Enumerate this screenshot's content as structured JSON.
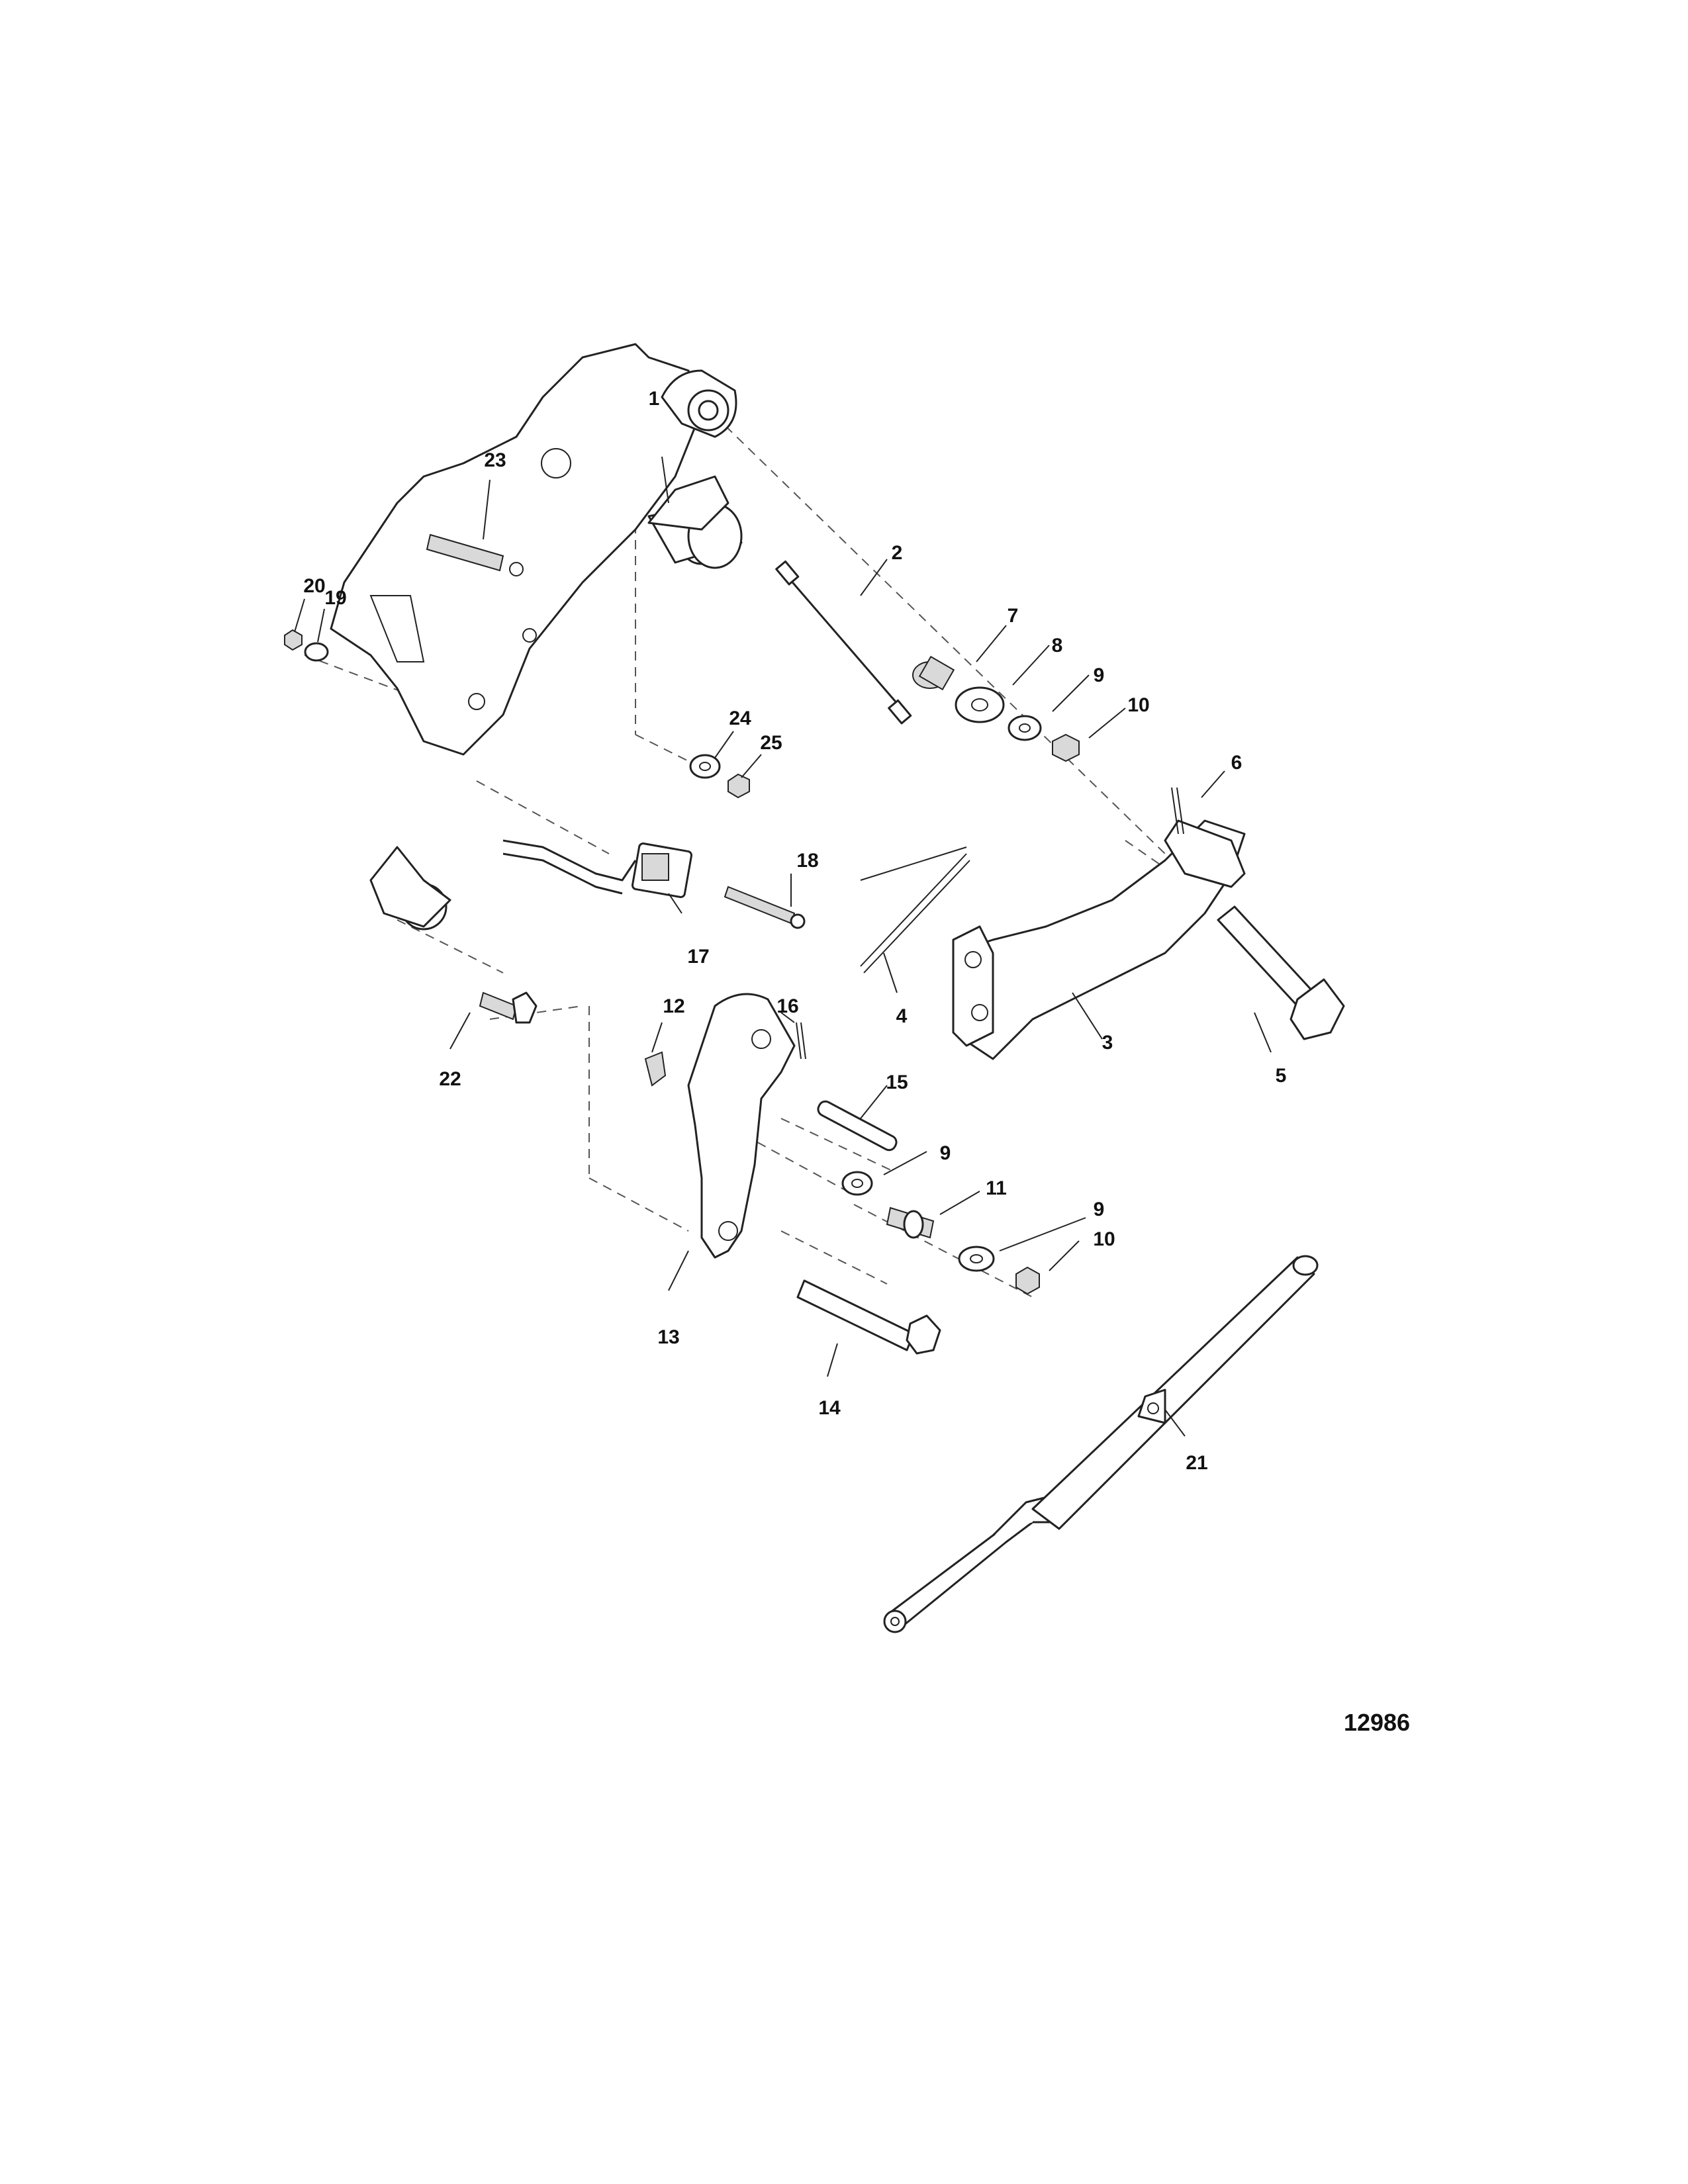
{
  "figure_number": "12986",
  "callouts": [
    {
      "id": "c1",
      "text": "1"
    },
    {
      "id": "c2",
      "text": "2"
    },
    {
      "id": "c3",
      "text": "3"
    },
    {
      "id": "c4",
      "text": "4"
    },
    {
      "id": "c5",
      "text": "5"
    },
    {
      "id": "c6",
      "text": "6"
    },
    {
      "id": "c7",
      "text": "7"
    },
    {
      "id": "c8",
      "text": "8"
    },
    {
      "id": "c9a",
      "text": "9"
    },
    {
      "id": "c10a",
      "text": "10"
    },
    {
      "id": "c9b",
      "text": "9"
    },
    {
      "id": "c11",
      "text": "11"
    },
    {
      "id": "c9c",
      "text": "9"
    },
    {
      "id": "c10b",
      "text": "10"
    },
    {
      "id": "c12",
      "text": "12"
    },
    {
      "id": "c13",
      "text": "13"
    },
    {
      "id": "c14",
      "text": "14"
    },
    {
      "id": "c15",
      "text": "15"
    },
    {
      "id": "c16",
      "text": "16"
    },
    {
      "id": "c17",
      "text": "17"
    },
    {
      "id": "c18",
      "text": "18"
    },
    {
      "id": "c19",
      "text": "19"
    },
    {
      "id": "c20",
      "text": "20"
    },
    {
      "id": "c21",
      "text": "21"
    },
    {
      "id": "c22",
      "text": "22"
    },
    {
      "id": "c23",
      "text": "23"
    },
    {
      "id": "c24",
      "text": "24"
    },
    {
      "id": "c25",
      "text": "25"
    }
  ]
}
